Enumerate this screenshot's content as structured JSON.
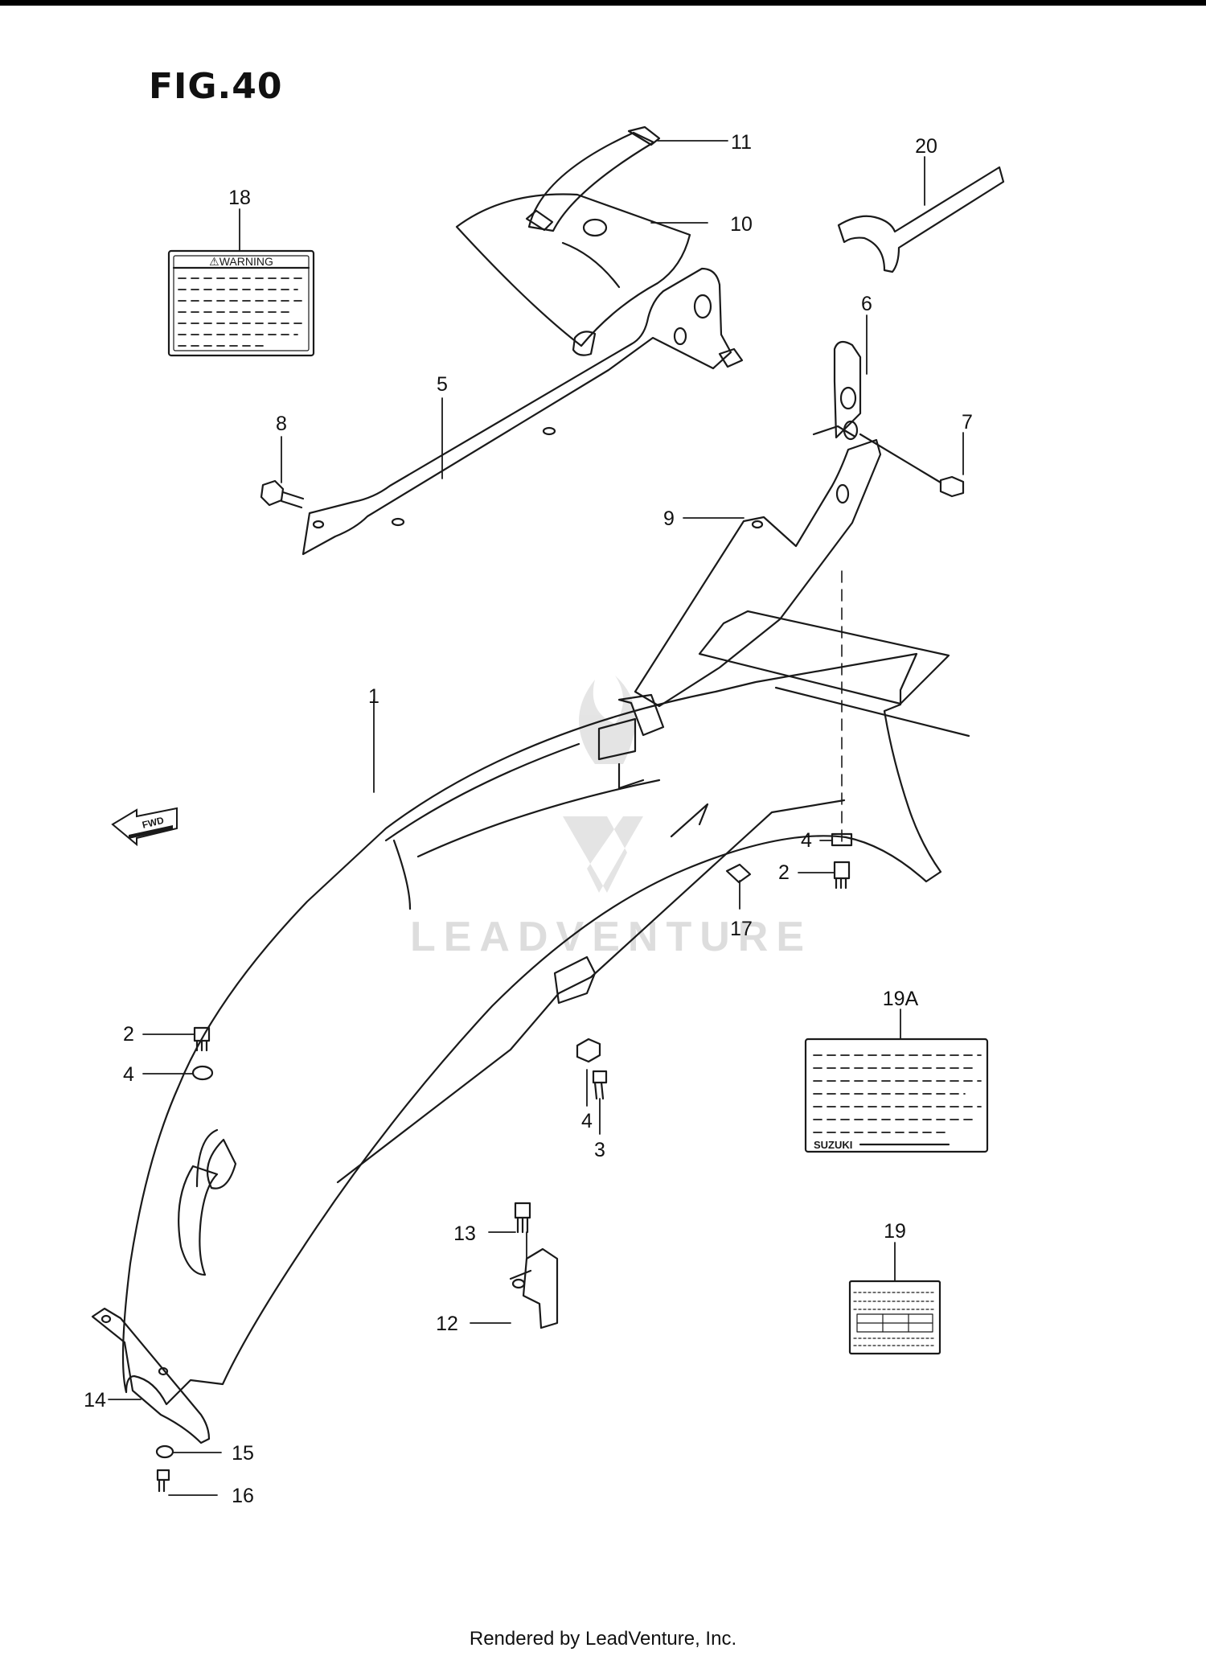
{
  "figure": {
    "title": "FIG.40"
  },
  "callouts": [
    "1",
    "2",
    "2",
    "3",
    "4",
    "4",
    "4",
    "5",
    "6",
    "7",
    "8",
    "9",
    "10",
    "11",
    "12",
    "13",
    "14",
    "15",
    "16",
    "17",
    "18",
    "19",
    "19A",
    "20"
  ],
  "warning_label": {
    "heading": "⚠WARNING"
  },
  "label_19a": {
    "brand": "SUZUKI"
  },
  "fwd_arrow": {
    "text": "FWD"
  },
  "watermark": {
    "text": "LEADVENTURE"
  },
  "footer": {
    "text": "Rendered by LeadVenture, Inc."
  },
  "colors": {
    "line": "#1a1a1a",
    "watermark": "#d9d9d9",
    "top_bar": "#000000"
  }
}
